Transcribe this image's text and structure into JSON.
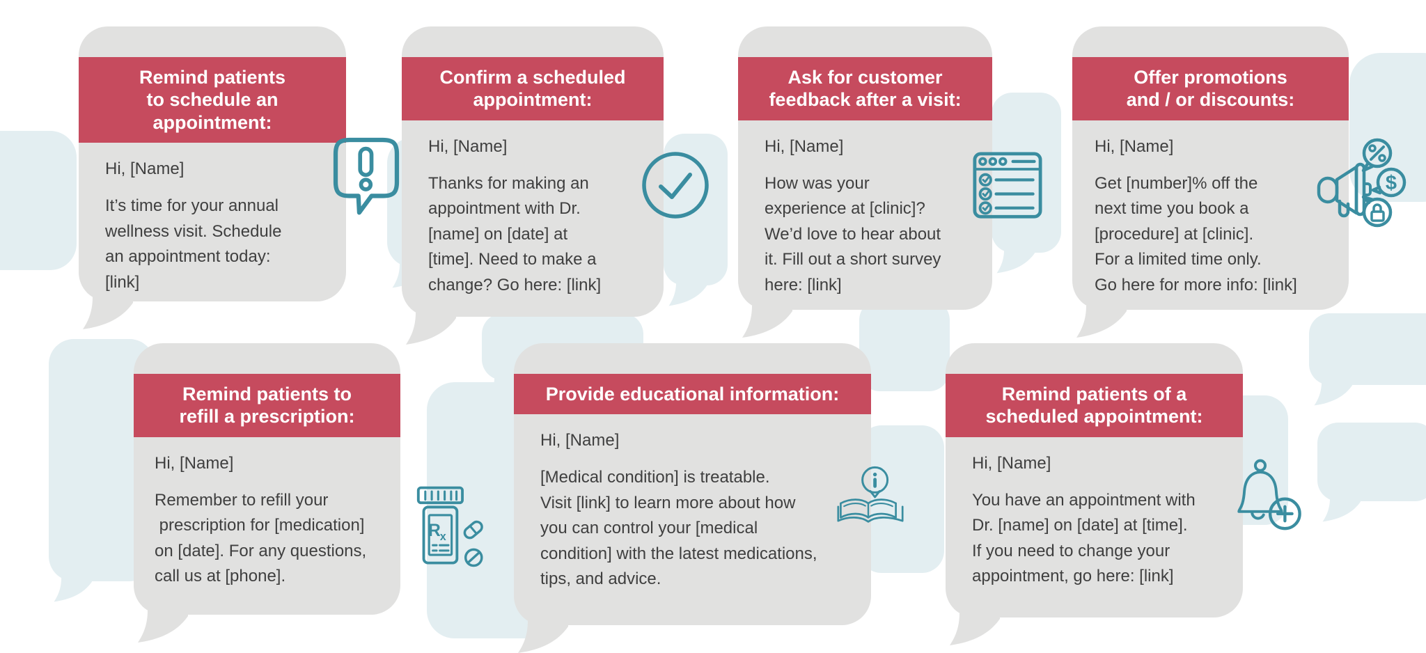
{
  "colors": {
    "header_bg": "#c64b5e",
    "bubble_gray": "#e1e1e0",
    "bubble_blue": "#e3eef1",
    "icon_teal": "#3a8da0",
    "body_text": "#3f3f3f",
    "header_text": "#ffffff",
    "canvas_bg": "#ffffff"
  },
  "cards": [
    {
      "icon": "exclamation-bubble-icon",
      "header": "Remind patients\nto schedule an\nappointment:",
      "greeting": "Hi, [Name]",
      "message": "It’s time for your annual\nwellness visit. Schedule\nan appointment today:\n[link]"
    },
    {
      "icon": "check-circle-icon",
      "header": "Confirm a scheduled\nappointment:",
      "greeting": "Hi, [Name]",
      "message": "Thanks for making an\nappointment with Dr.\n[name] on [date] at\n[time]. Need to make a\nchange? Go here: [link]"
    },
    {
      "icon": "survey-checklist-icon",
      "header": "Ask for customer\nfeedback after a visit:",
      "greeting": "Hi, [Name]",
      "message": "How was your\nexperience at [clinic]?\nWe’d love to hear about\nit. Fill out a short survey\nhere: [link]"
    },
    {
      "icon": "promotion-megaphone-icon",
      "header": "Offer promotions\nand / or discounts:",
      "greeting": "Hi, [Name]",
      "message": "Get [number]% off the\nnext time you book a\n[procedure] at [clinic].\nFor a limited time only.\nGo here for more info: [link]"
    },
    {
      "icon": "prescription-bottle-icon",
      "header": "Remind patients to\nrefill a prescription:",
      "greeting": "Hi, [Name]",
      "message": "Remember to refill your\n prescription for [medication]\non [date]. For any questions,\ncall us at [phone]."
    },
    {
      "icon": "book-info-icon",
      "header": "Provide educational information:",
      "greeting": "Hi, [Name]",
      "message": "[Medical condition] is treatable.\nVisit [link] to learn more about how\nyou can control your [medical\ncondition] with the latest medications,\ntips, and advice."
    },
    {
      "icon": "bell-plus-icon",
      "header": "Remind patients of a\nscheduled appointment:",
      "greeting": "Hi, [Name]",
      "message": "You have an appointment with\nDr. [name] on [date] at [time].\nIf you need to change your\nappointment, go here: [link]"
    }
  ]
}
